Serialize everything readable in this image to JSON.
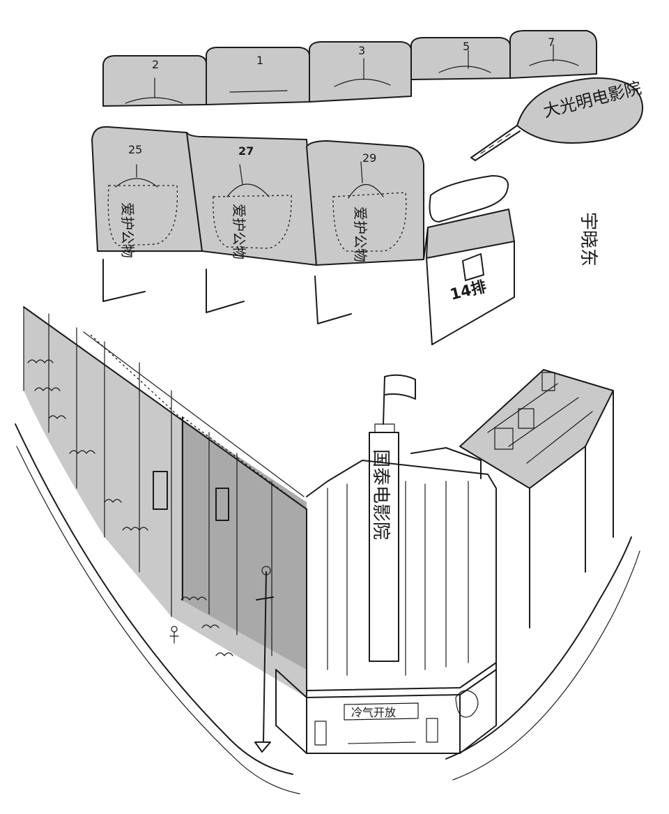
{
  "back_row_seat_numbers": [
    "2",
    "1",
    "3",
    "5",
    "7"
  ],
  "front_row_seat_numbers": [
    "25",
    "27",
    "29"
  ],
  "seat_pocket_text": [
    "爱护公物",
    "爱护公物",
    "爱护公物"
  ],
  "row_plate": "14排",
  "fan_text": "大光明电影院",
  "signature": "宇晓东",
  "cinema_sign": "国泰电影院",
  "marquee": "冷气开放"
}
